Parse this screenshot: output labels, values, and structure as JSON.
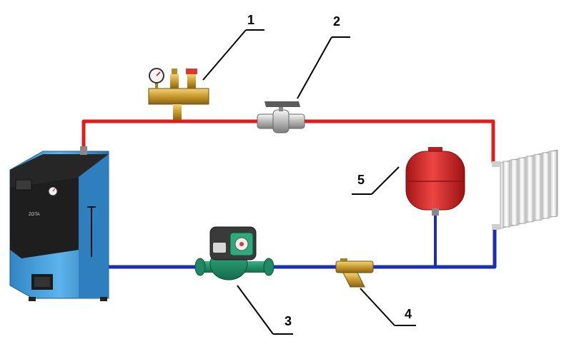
{
  "colors": {
    "supply_pipe": "#e21b1b",
    "return_pipe": "#1b2fb5",
    "boiler_body": "#3f9ad6",
    "boiler_top": "#1f1f1f",
    "pump_body": "#1f8f6a",
    "tank_body": "#d9282b",
    "brass": "#c9a23a",
    "radiator": "#f2f2f2"
  },
  "callouts": [
    {
      "id": "1",
      "label": "1",
      "target": "safety-group"
    },
    {
      "id": "2",
      "label": "2",
      "target": "ball-valve"
    },
    {
      "id": "3",
      "label": "3",
      "target": "circulation-pump"
    },
    {
      "id": "4",
      "label": "4",
      "target": "strainer-filter"
    },
    {
      "id": "5",
      "label": "5",
      "target": "expansion-tank"
    }
  ],
  "components": {
    "boiler": {
      "icon": "solid-fuel-boiler-icon",
      "brand_mark": "ZOTA"
    },
    "safety_group": {
      "icon": "safety-group-icon"
    },
    "ball_valve": {
      "icon": "ball-valve-icon"
    },
    "pump": {
      "icon": "circulation-pump-icon"
    },
    "strainer": {
      "icon": "y-strainer-icon"
    },
    "expansion_tank": {
      "icon": "expansion-tank-icon"
    },
    "radiator": {
      "icon": "radiator-icon"
    }
  }
}
